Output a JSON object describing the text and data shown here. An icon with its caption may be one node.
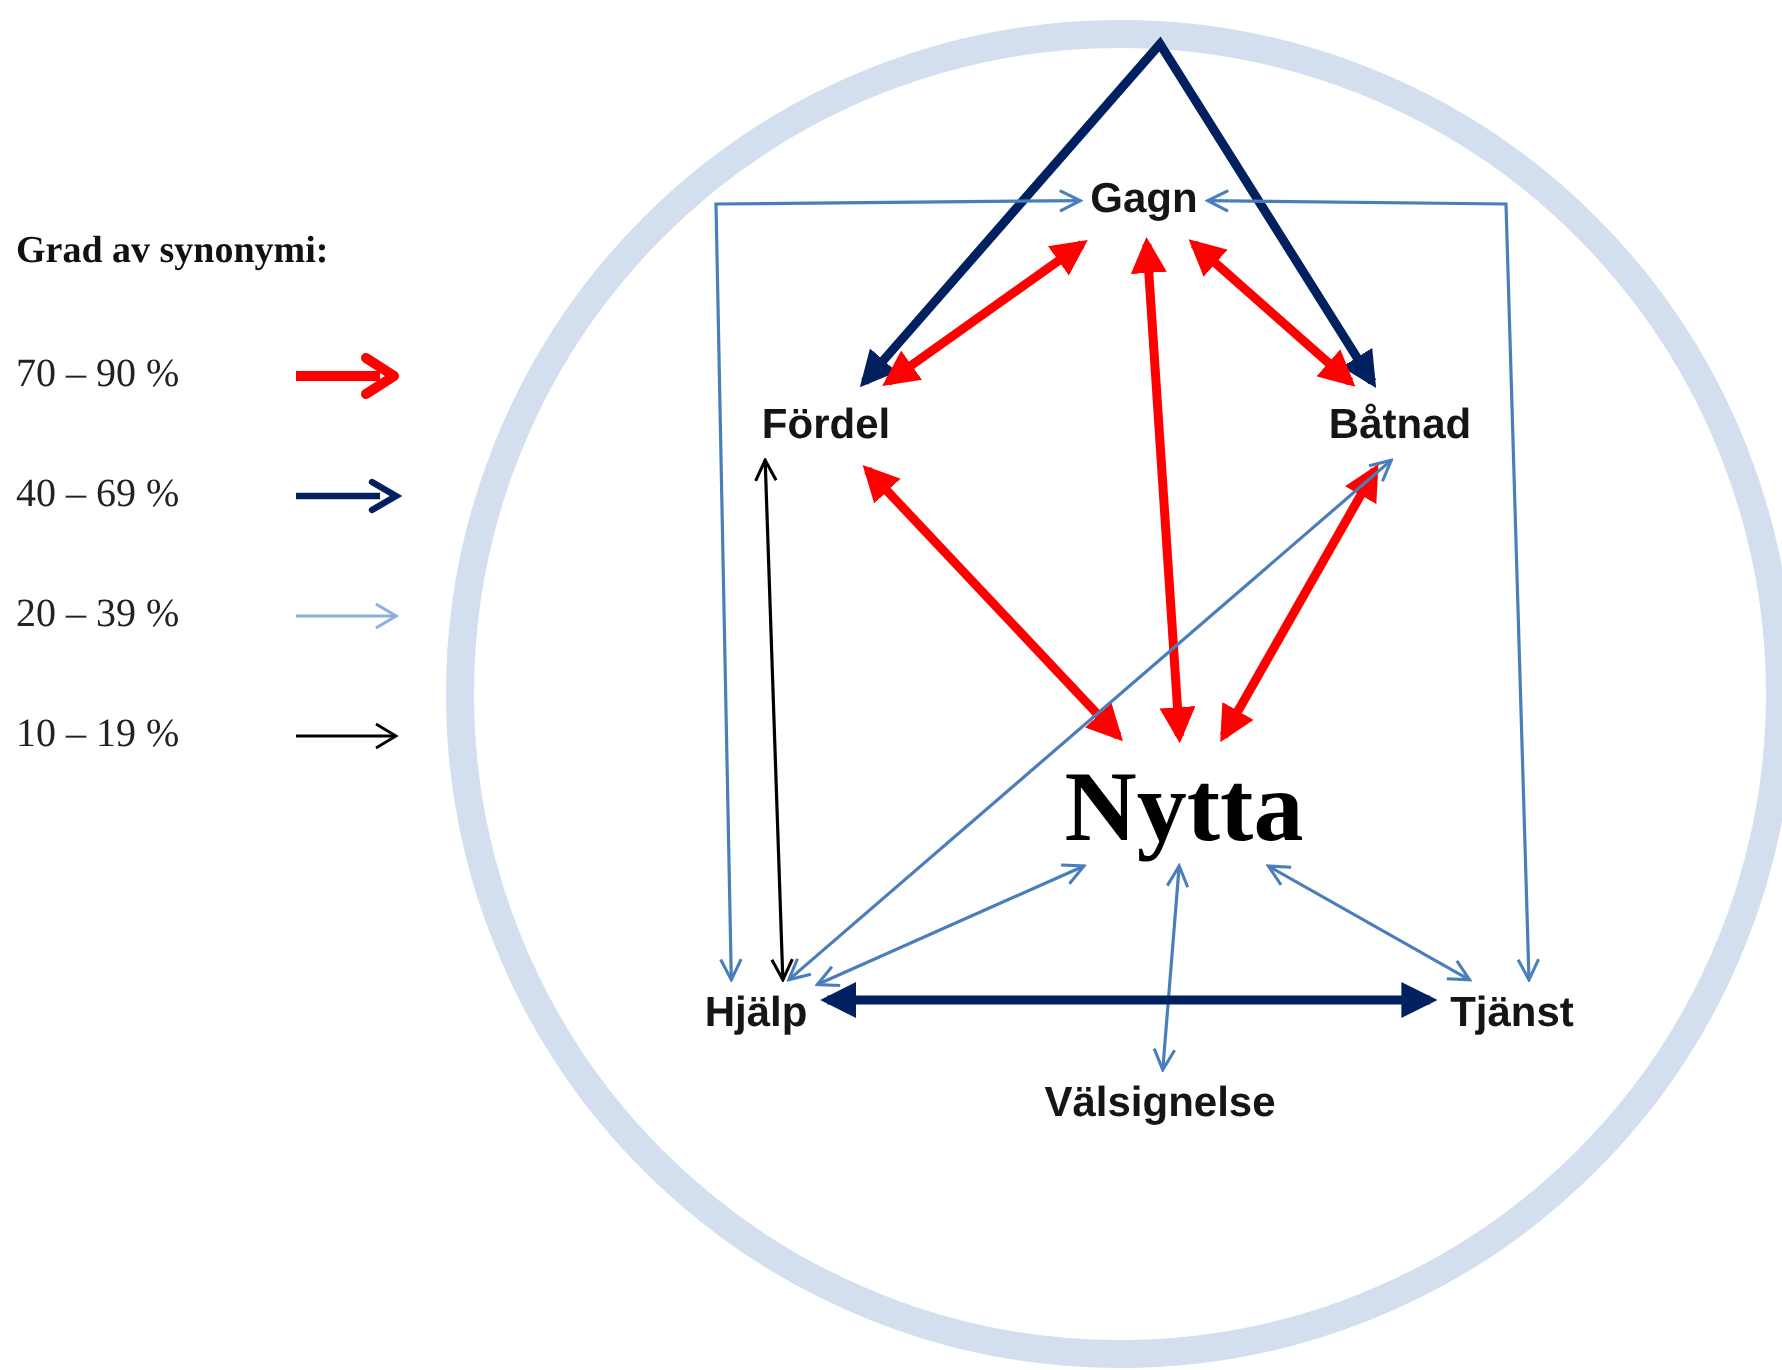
{
  "diagram": {
    "nodes": [
      {
        "text": [
          "Gagn"
        ]
      },
      {
        "text": [
          "Fördel"
        ]
      },
      {
        "text": [
          "Båtnad"
        ]
      },
      {
        "text": [
          "Nytta"
        ]
      },
      {
        "text": [
          "Hjälp"
        ]
      },
      {
        "text": [
          "Tjänst"
        ]
      },
      {
        "text": [
          "Välsignelse"
        ]
      }
    ],
    "edges": [
      {
        "from": 1,
        "to": 2,
        "arrow": "both",
        "style": "thick",
        "color": "#002060"
      },
      {
        "from": 0,
        "to": 1,
        "arrow": "both",
        "style": "thick",
        "color": "#ff0000"
      },
      {
        "from": 0,
        "to": 2,
        "arrow": "both",
        "style": "thick",
        "color": "#ff0000"
      },
      {
        "from": 0,
        "to": 3,
        "arrow": "both",
        "style": "thick",
        "color": "#ff0000"
      },
      {
        "from": 1,
        "to": 3,
        "arrow": "both",
        "style": "thick",
        "color": "#ff0000"
      },
      {
        "from": 2,
        "to": 3,
        "arrow": "both",
        "style": "thick",
        "color": "#ff0000"
      },
      {
        "from": 4,
        "to": 0,
        "arrow": "both"
      },
      {
        "from": 5,
        "to": 0,
        "arrow": "both"
      },
      {
        "from": 1,
        "to": 4,
        "arrow": "both",
        "color": "#000000"
      },
      {
        "from": 4,
        "to": 2,
        "arrow": "both"
      },
      {
        "from": 4,
        "to": 3,
        "arrow": "both"
      },
      {
        "from": 3,
        "to": 5,
        "arrow": "both"
      },
      {
        "from": 3,
        "to": 6,
        "arrow": "both"
      },
      {
        "from": 4,
        "to": 5,
        "arrow": "both",
        "style": "thick",
        "color": "#002060"
      }
    ],
    "labels": [
      "Grad av synonymi:"
    ],
    "legend": [
      {
        "text": "70 – 90 %"
      },
      {
        "text": "40 – 69 %"
      },
      {
        "text": "20 – 39 %"
      },
      {
        "text": "10 – 19 %"
      }
    ]
  }
}
